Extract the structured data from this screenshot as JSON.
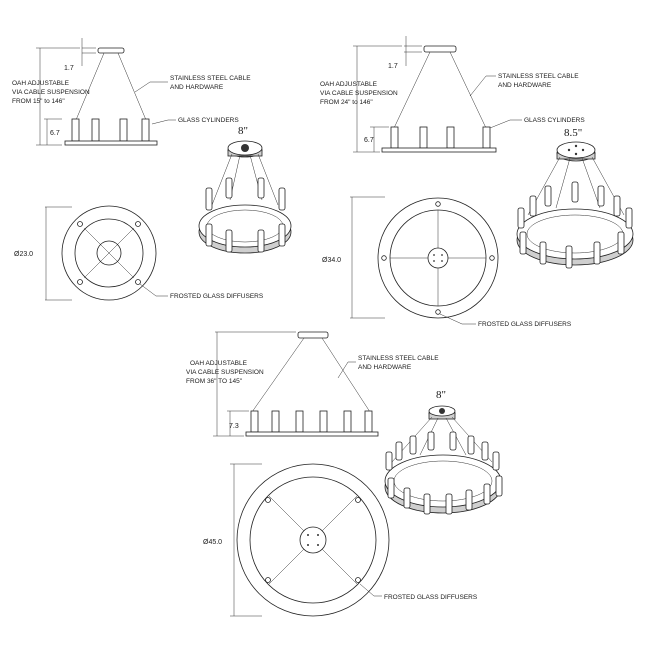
{
  "units": [
    {
      "oah": [
        "OAH ADJUSTABLE",
        "VIA CABLE SUSPENSION",
        "FROM 15\" to 146\""
      ],
      "cable": [
        "STAINLESS STEEL CABLE",
        "AND HARDWARE"
      ],
      "cylinders": "GLASS CYLINDERS",
      "canopy_dim": "1.7",
      "height_dim": "6.7",
      "iso_dim": "8\"",
      "diameter": "Ø23.0",
      "diffusers": "FROSTED GLASS DIFFUSERS"
    },
    {
      "oah": [
        "OAH ADJUSTABLE",
        "VIA CABLE SUSPENSION",
        "FROM 24\" to 146\""
      ],
      "cable": [
        "STAINLESS STEEL CABLE",
        "AND HARDWARE"
      ],
      "cylinders": "GLASS CYLINDERS",
      "canopy_dim": "1.7",
      "height_dim": "6.7",
      "iso_dim": "8.5\"",
      "diameter": "Ø34.0",
      "diffusers": "FROSTED GLASS DIFFUSERS"
    },
    {
      "oah": [
        "OAH ADJUSTABLE",
        "VIA CABLE SUSPENSION",
        "FROM 36\" TO 145\""
      ],
      "cable": [
        "STAINLESS STEEL CABLE",
        "AND HARDWARE"
      ],
      "height_dim": "7.3",
      "iso_dim": "8\"",
      "diameter": "Ø45.0",
      "diffusers": "FROSTED GLASS DIFFUSERS"
    }
  ]
}
